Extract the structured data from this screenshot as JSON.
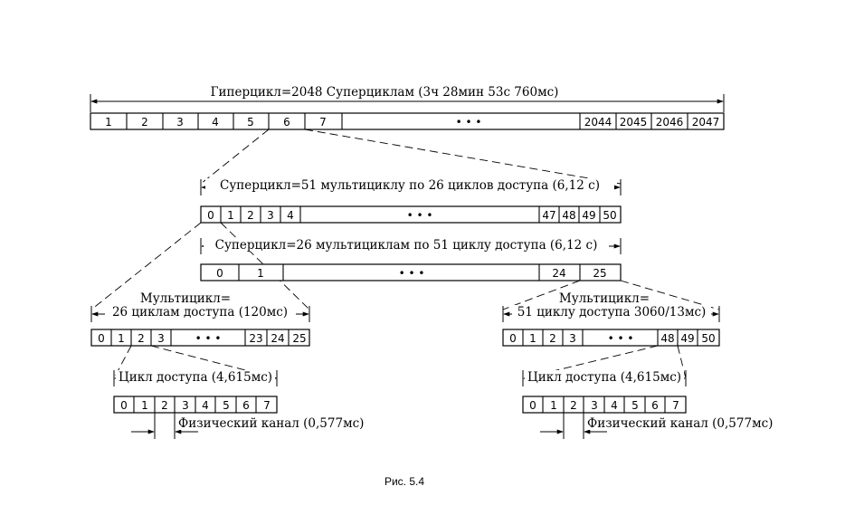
{
  "hyper": {
    "label": "Гиперцикл=2048 Суперциклам (3ч 28мин 53с 760мс)",
    "cells": [
      "1",
      "2",
      "3",
      "4",
      "5",
      "6",
      "7",
      "2044",
      "2045",
      "2046",
      "2047"
    ],
    "dots": "• • •"
  },
  "super51": {
    "label": "Суперцикл=51 мультициклу по 26 циклов доступа (6,12 с)",
    "cells": [
      "0",
      "1",
      "2",
      "3",
      "4",
      "47",
      "48",
      "49",
      "50"
    ],
    "dots": "• • •"
  },
  "super26": {
    "label": "Суперцикл=26 мультициклам по 51 циклу доступа (6,12 с)",
    "cells": [
      "0",
      "1",
      "24",
      "25"
    ],
    "dots": "• • •"
  },
  "multi26": {
    "label_line1": "Мультицикл=",
    "label_line2": "26 циклам доступа (120мс)",
    "cells": [
      "0",
      "1",
      "2",
      "3",
      "23",
      "24",
      "25"
    ],
    "dots": "• • •"
  },
  "multi51": {
    "label_line1": "Мультицикл=",
    "label_line2": "51 циклу доступа 3060/13мс)",
    "cells": [
      "0",
      "1",
      "2",
      "3",
      "48",
      "49",
      "50"
    ],
    "dots": "• • •"
  },
  "access_left": {
    "label": "Цикл доступа (4,615мс)",
    "cells": [
      "0",
      "1",
      "2",
      "3",
      "4",
      "5",
      "6",
      "7"
    ],
    "phys_label": "Физический канал (0,577мс)"
  },
  "access_right": {
    "label": "Цикл доступа (4,615мс)",
    "cells": [
      "0",
      "1",
      "2",
      "3",
      "4",
      "5",
      "6",
      "7"
    ],
    "phys_label": "Физический канал (0,577мс)"
  },
  "caption": "Рис. 5.4"
}
